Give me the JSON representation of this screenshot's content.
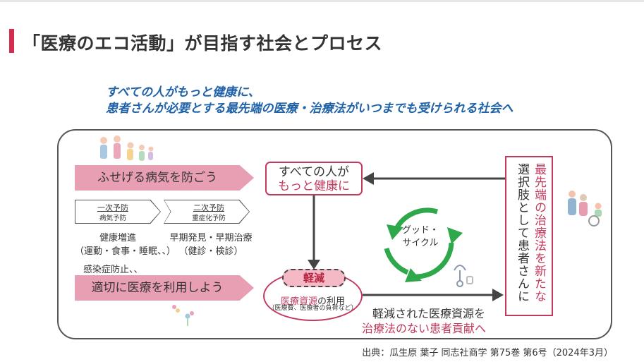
{
  "title": "「医療のエコ活動」が目指す社会とプロセス",
  "headline": {
    "line1": "すべての人がもっと健康に、",
    "line2": "患者さんが必要とする最先端の医療・治療法がいつまでも受けられる社会へ"
  },
  "prevent": {
    "label": "ふせげる病気を防ごう",
    "primary_title": "一次予防",
    "primary_sub": "病気予防",
    "secondary_title": "二次予防",
    "secondary_sub": "重症化予防",
    "health_promo_line1": "健康増進",
    "health_promo_line2": "（運動・食事・睡眠、、）",
    "early_line1": "早期発見・早期治療",
    "early_line2": "（健診・検診）",
    "infection": "感染症防止、、"
  },
  "use_care": {
    "label": "適切に医療を利用しよう"
  },
  "everyone": {
    "line1": "すべての人が",
    "line2": "もっと健康に"
  },
  "resource": {
    "badge": "軽減",
    "text_red": "医療資源",
    "text_rest": "の利用",
    "note": "（医療費、医療者の負荷など）"
  },
  "cycle": {
    "line1": "グッド・",
    "line2": "サイクル"
  },
  "vertical": {
    "col1": "最先端の治療法を新たな",
    "col2": "選択肢として患者さんに"
  },
  "reduced": {
    "line1": "軽減された医療資源を",
    "line2": "治療法のない患者貢献へ"
  },
  "source": "出典：瓜生原 葉子 同志社商学 第75巻 第6号（2024年3月）",
  "colors": {
    "accent": "#d42b4f",
    "pink": "#e99fb3",
    "red_text": "#c4395e",
    "blue_text": "#1f62a8",
    "cycle_green": "#2ea84a"
  },
  "icons": [
    "exercise-people-icon",
    "flower-icon",
    "elderly-people-icon",
    "stethoscope-icon"
  ]
}
